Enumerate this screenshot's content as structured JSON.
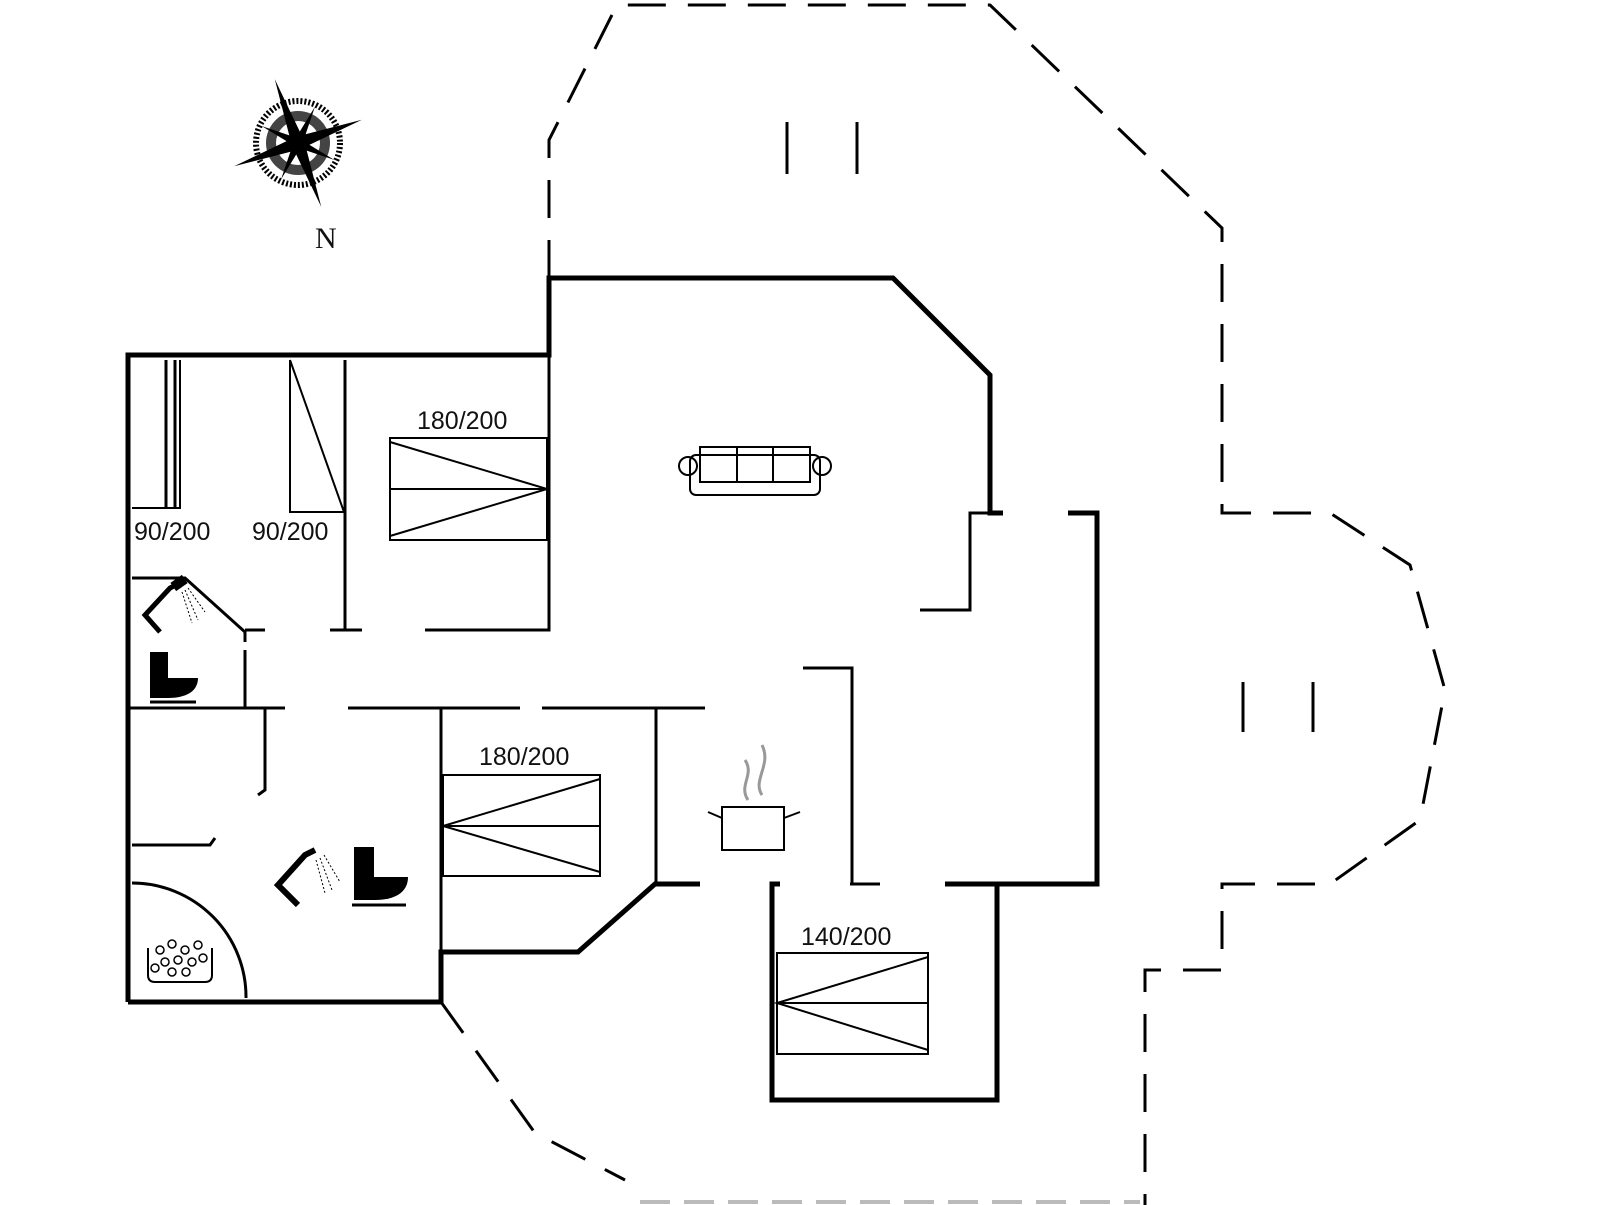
{
  "compass": {
    "north_label": "N"
  },
  "beds": [
    {
      "label": "90/200"
    },
    {
      "label": "90/200"
    },
    {
      "label": "180/200"
    },
    {
      "label": "180/200"
    },
    {
      "label": "140/200"
    }
  ],
  "colors": {
    "wall": "#000000",
    "outline_dashed": "#000000",
    "background": "#ffffff"
  }
}
